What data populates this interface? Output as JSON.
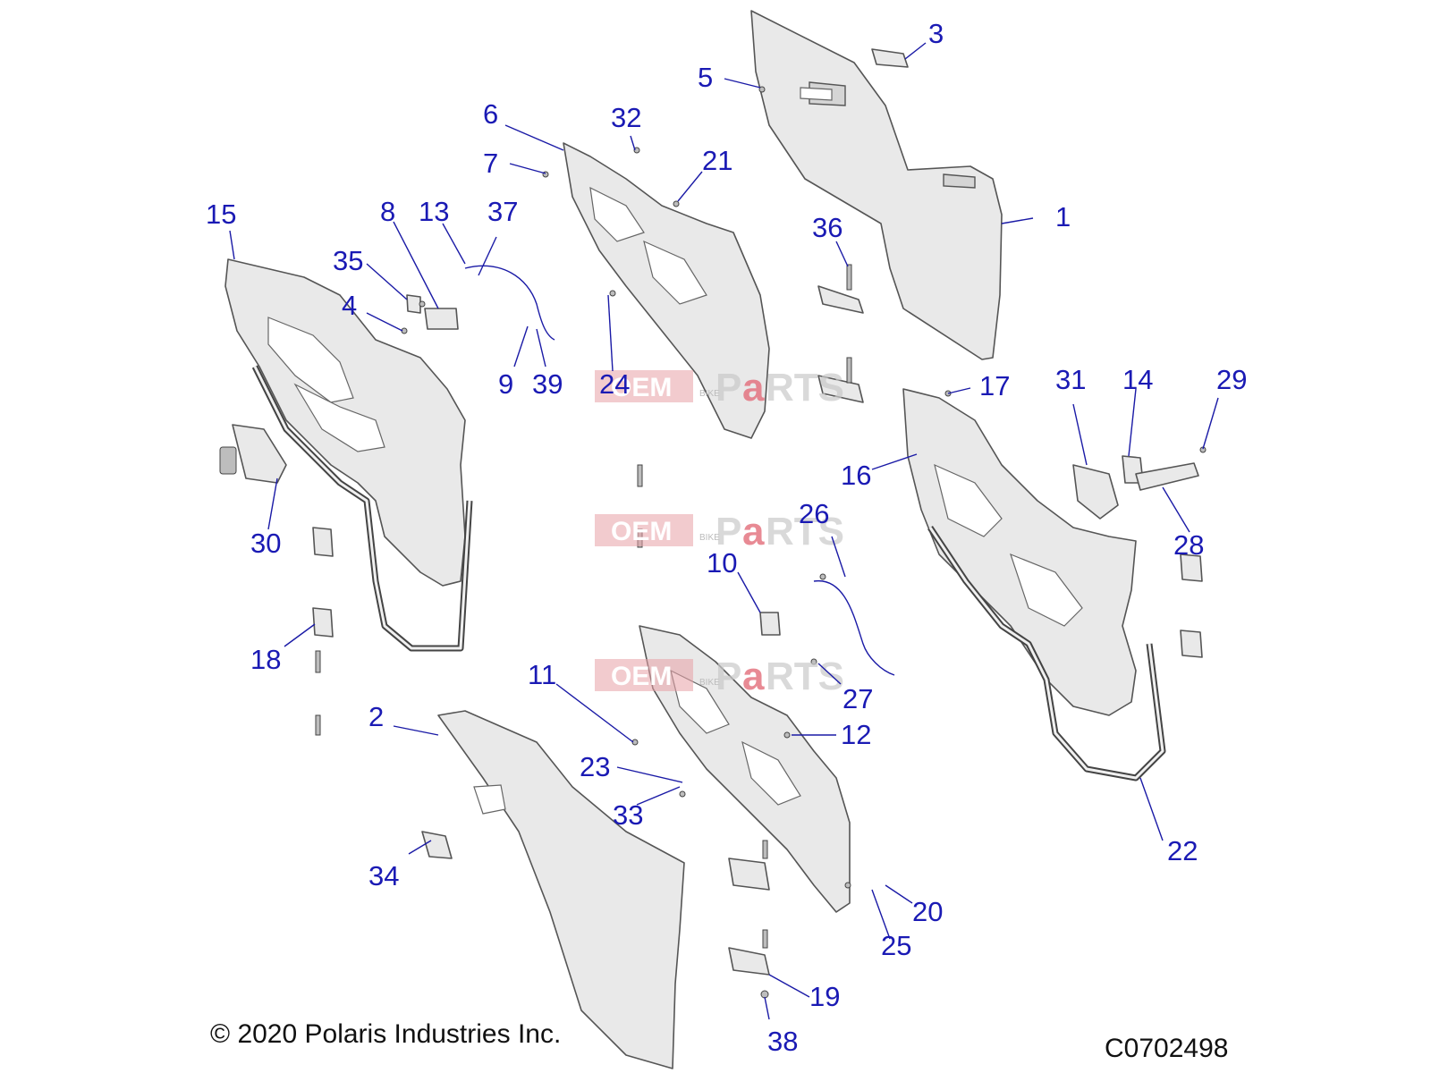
{
  "copyright": "© 2020 Polaris Industries Inc.",
  "drawing_number": "C0702498",
  "watermark": {
    "text_left": "OEM",
    "text_small": "BIKE",
    "text_right_1": "P",
    "text_right_2": "a",
    "text_right_3": "RTS"
  },
  "callouts": [
    {
      "id": "1",
      "label": "1"
    },
    {
      "id": "2",
      "label": "2"
    },
    {
      "id": "3",
      "label": "3"
    },
    {
      "id": "4",
      "label": "4"
    },
    {
      "id": "5",
      "label": "5"
    },
    {
      "id": "6",
      "label": "6"
    },
    {
      "id": "7",
      "label": "7"
    },
    {
      "id": "8",
      "label": "8"
    },
    {
      "id": "9",
      "label": "9"
    },
    {
      "id": "10",
      "label": "10"
    },
    {
      "id": "11",
      "label": "11"
    },
    {
      "id": "12",
      "label": "12"
    },
    {
      "id": "13",
      "label": "13"
    },
    {
      "id": "14",
      "label": "14"
    },
    {
      "id": "15",
      "label": "15"
    },
    {
      "id": "16",
      "label": "16"
    },
    {
      "id": "17",
      "label": "17"
    },
    {
      "id": "18",
      "label": "18"
    },
    {
      "id": "19",
      "label": "19"
    },
    {
      "id": "20",
      "label": "20"
    },
    {
      "id": "21",
      "label": "21"
    },
    {
      "id": "22",
      "label": "22"
    },
    {
      "id": "23",
      "label": "23"
    },
    {
      "id": "24",
      "label": "24"
    },
    {
      "id": "25",
      "label": "25"
    },
    {
      "id": "26",
      "label": "26"
    },
    {
      "id": "27",
      "label": "27"
    },
    {
      "id": "28",
      "label": "28"
    },
    {
      "id": "29",
      "label": "29"
    },
    {
      "id": "30",
      "label": "30"
    },
    {
      "id": "31",
      "label": "31"
    },
    {
      "id": "32",
      "label": "32"
    },
    {
      "id": "33",
      "label": "33"
    },
    {
      "id": "34",
      "label": "34"
    },
    {
      "id": "35",
      "label": "35"
    },
    {
      "id": "36",
      "label": "36"
    },
    {
      "id": "37",
      "label": "37"
    },
    {
      "id": "38",
      "label": "38"
    },
    {
      "id": "39",
      "label": "39"
    }
  ],
  "colors": {
    "callout": "#1a1ab4",
    "leader": "#1a1aa6",
    "part_fill": "#e9e9e9",
    "watermark": "#e36d7a"
  }
}
